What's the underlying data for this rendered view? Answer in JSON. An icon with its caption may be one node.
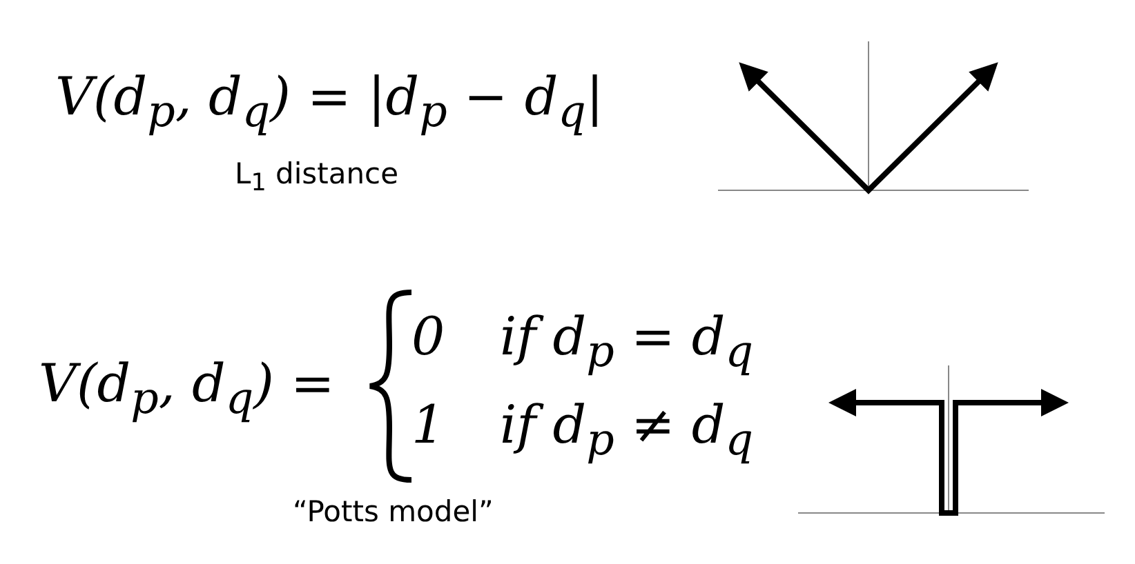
{
  "diagram": {
    "labels": [
      "V(d$_{p}$, d$_{q}$) = |d$_{p}$ − d$_{q}$|",
      "L$_{1}$ distance",
      "V(d$_{p}$, d$_{q}$) =",
      "0",
      "if d$_{p}$ = d$_{q}$",
      "1",
      "if d$_{p}$ ≠ d$_{q}$",
      "“Potts model”"
    ]
  }
}
